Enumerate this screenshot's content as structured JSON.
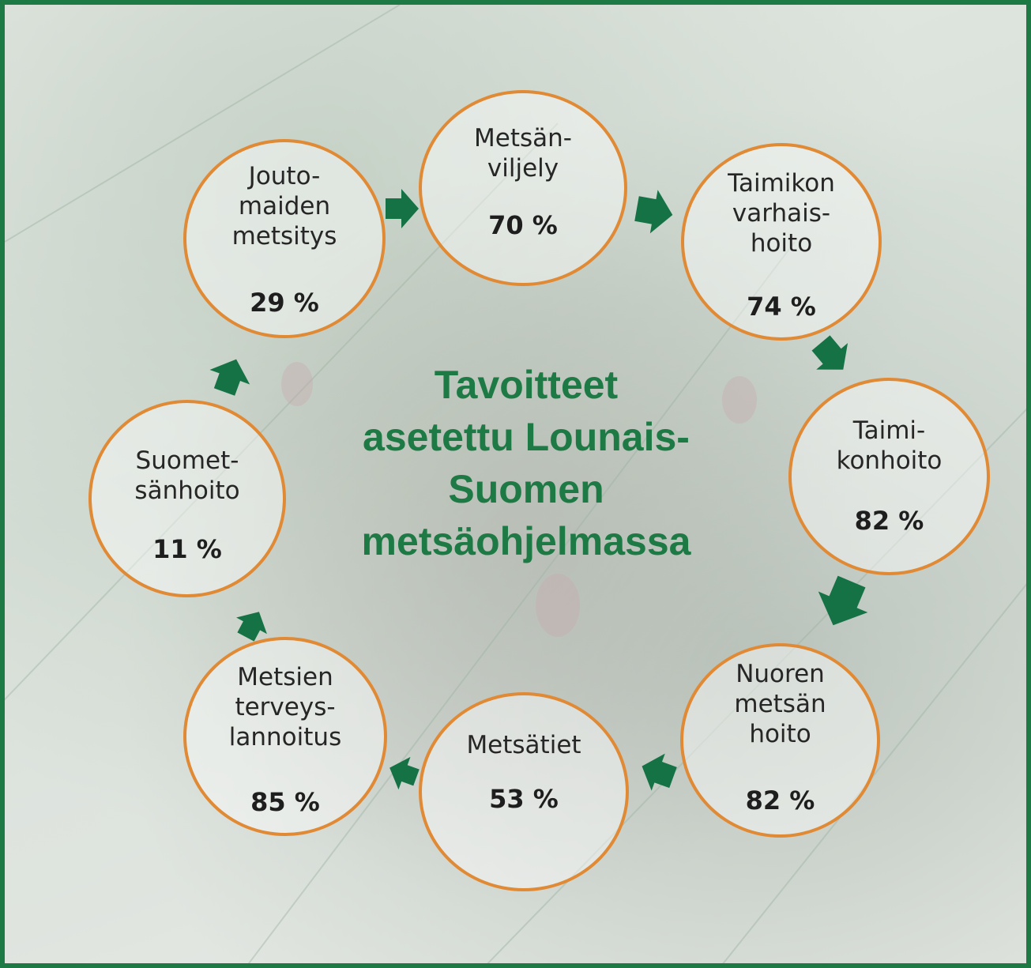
{
  "title": "Tavoitteet\nasetettu Lounais-\nSuomen\nmetsäohjelmassa",
  "colors": {
    "frame": "#1e7a45",
    "accent_green": "#1e7a45",
    "circle_border": "#e08a36",
    "arrow": "#157245"
  },
  "nodes": [
    {
      "label": "Metsän-\nviljely",
      "value": "70 %"
    },
    {
      "label": "Taimikon\nvarhais-\nhoito",
      "value": "74 %"
    },
    {
      "label": "Taimi-\nkonhoito",
      "value": "82 %"
    },
    {
      "label": "Nuoren\nmetsän\nhoito",
      "value": "82 %"
    },
    {
      "label": "Metsätiet",
      "value": "53 %"
    },
    {
      "label": "Metsien\nterveys-\nlannoitus",
      "value": "85 %"
    },
    {
      "label": "Suomet-\nsänhoito",
      "value": "11 %"
    },
    {
      "label": "Jouto-\nmaiden\nmetsitys",
      "value": "29 %"
    }
  ],
  "arrow_icon": "green-block-arrow-icon"
}
